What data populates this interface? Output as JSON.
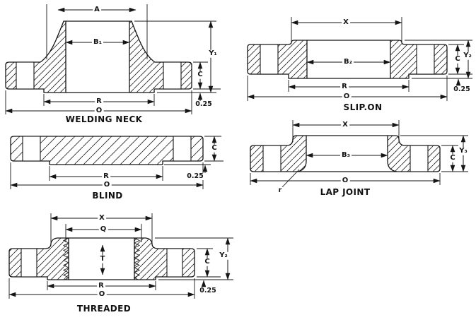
{
  "figure": {
    "welding_neck": {
      "title": "WELDING NECK",
      "dims": {
        "a": "A",
        "b1": "B₁",
        "y1": "Y₁",
        "c": "C",
        "rf_height": "0.25",
        "r": "R",
        "o": "O"
      }
    },
    "slip_on": {
      "title": "SLIP.ON",
      "dims": {
        "x": "X",
        "b2": "B₂",
        "y2": "Y₂",
        "c": "C",
        "rf_height": "0.25",
        "r": "R",
        "o": "O"
      }
    },
    "blind": {
      "title": "BLIND",
      "dims": {
        "c": "C",
        "rf_height": "0.25",
        "r": "R",
        "o": "O"
      }
    },
    "lap_joint": {
      "title": "LAP JOINT",
      "dims": {
        "x": "X",
        "b3": "B₃",
        "y3": "Y₃",
        "c": "C",
        "o": "O",
        "corner_radius": "r"
      }
    },
    "threaded": {
      "title": "THREADED",
      "dims": {
        "x": "X",
        "q": "Q",
        "t": "T",
        "y2": "Y₂",
        "c": "C",
        "rf_height": "0.25",
        "r": "R",
        "o": "O"
      }
    }
  }
}
